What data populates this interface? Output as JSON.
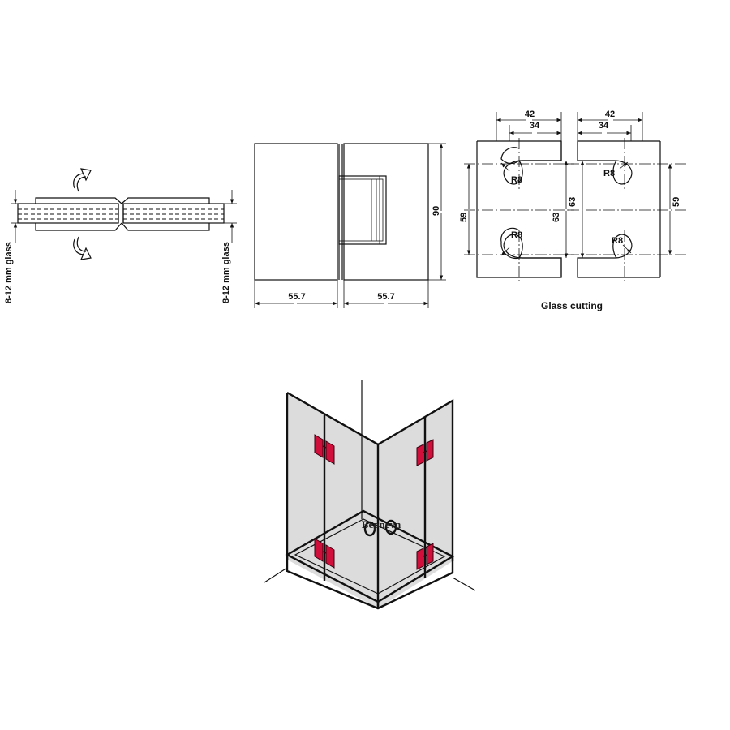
{
  "dimensions": {
    "glass_left": "8-12 mm glass",
    "glass_right": "8-12 mm glass",
    "height": "90",
    "width_left": "55.7",
    "width_right": "55.7",
    "cut_outer_width": "42",
    "cut_inner_width": "34",
    "cut_spacing_inner": "59",
    "cut_spacing_outer": "63",
    "radius": "R8"
  },
  "captions": {
    "glass_cutting": "Glass cutting"
  },
  "watermark": {
    "text": "Bepnevn"
  },
  "colors": {
    "hinge": "#d0103a",
    "glass": "#dcdcdc",
    "line": "#111111"
  }
}
